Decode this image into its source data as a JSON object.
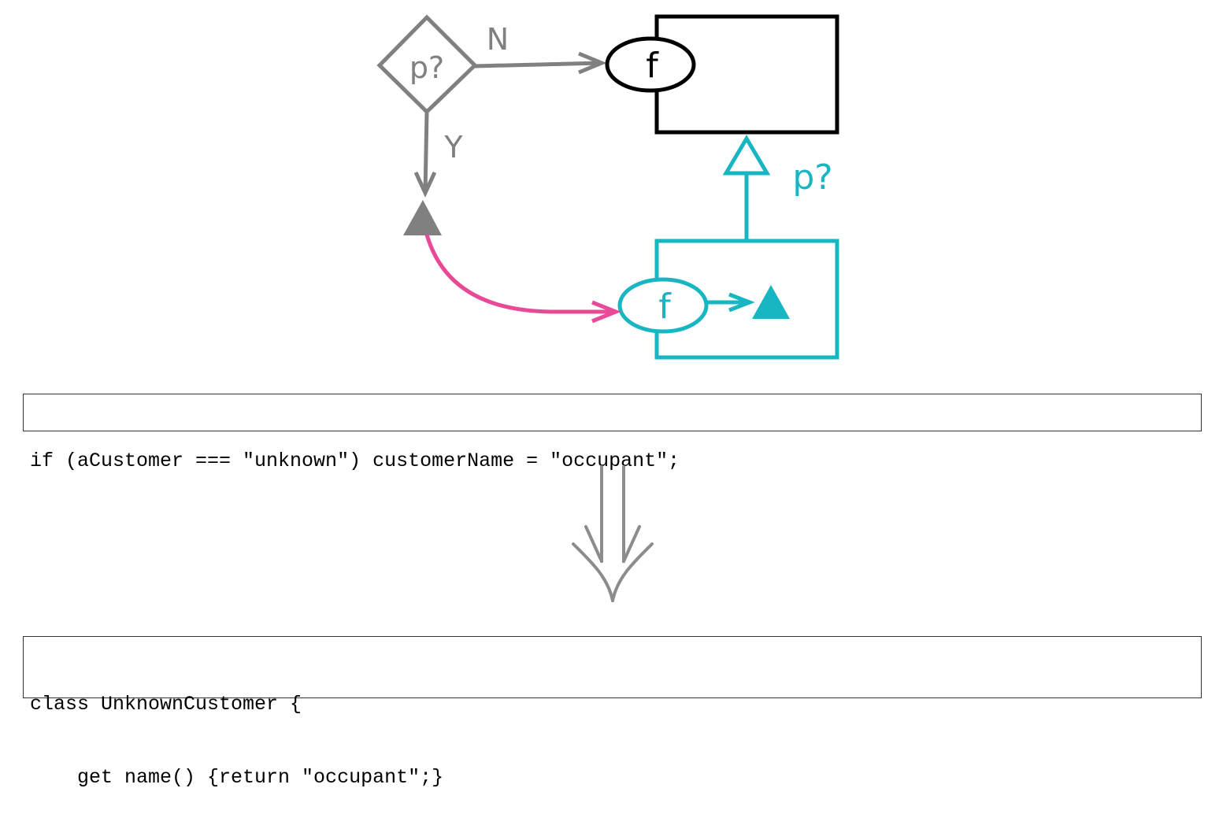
{
  "diagram": {
    "before": {
      "decision": {
        "label": "p?",
        "color": "#808080"
      },
      "branch_no_label": "N",
      "branch_yes_label": "Y",
      "special_value_icon": "filled-triangle",
      "color": "#808080"
    },
    "base_class": {
      "function_label": "f",
      "color": "#000000"
    },
    "subclass": {
      "function_label": "f",
      "inherit_condition_label": "p?",
      "return_value_icon": "filled-triangle",
      "color": "#17b6c2"
    },
    "move_arrow": {
      "color": "#e84a97"
    }
  },
  "code_before": {
    "lines": [
      "if (aCustomer === \"unknown\") customerName = \"occupant\";"
    ]
  },
  "transform_arrow": {
    "icon": "double-down-arrow",
    "color": "#8c8c8c"
  },
  "code_after": {
    "lines": [
      "class UnknownCustomer {",
      "    get name() {return \"occupant\";}"
    ]
  }
}
